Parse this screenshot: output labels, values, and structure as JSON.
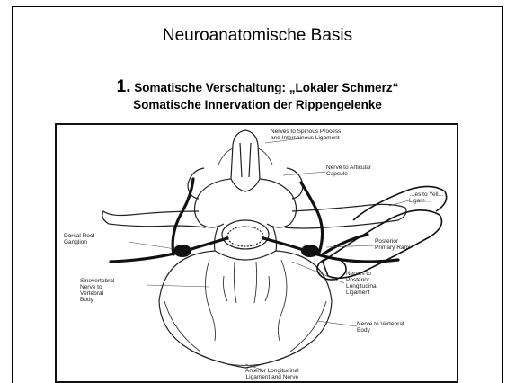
{
  "slide": {
    "title": "Neuroanatomische Basis",
    "heading_number": "1.",
    "heading_text": " Somatische Verschaltung:  „Lokaler Schmerz“",
    "subheading": "Somatische Innervation der Rippengelenke"
  },
  "figure": {
    "labels": {
      "spinous_1": "Nerves to Spinous Process",
      "spinous_2": "and Interspinous Ligament",
      "articular_1": "Nerve to Articular",
      "articular_2": "Capsule",
      "yellow_1": "…es to Yell…",
      "yellow_2": "Ligam…",
      "dorsal_1": "Dorsal Root",
      "dorsal_2": "Ganglion",
      "posterior_1": "Posterior",
      "posterior_2": "Primary Rami",
      "plong_1": "Nerves to",
      "plong_2": "Posterior",
      "plong_3": "Longitudinal",
      "plong_4": "Ligament",
      "sinu_1": "Sinovertebral",
      "sinu_2": "Nerve to",
      "sinu_3": "Vertebral",
      "sinu_4": "Body",
      "vb_1": "Nerve to Vertebral",
      "vb_2": "Body",
      "ant_1": "Anterior Longitudinal",
      "ant_2": "Ligament and Nerve"
    }
  }
}
